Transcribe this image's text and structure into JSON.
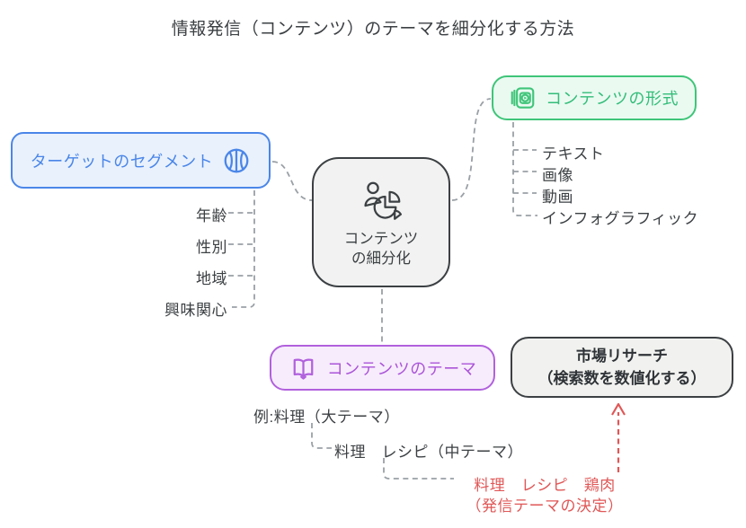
{
  "title": "情報発信（コンテンツ）のテーマを細分化する方法",
  "nodes": {
    "target_segment": {
      "label": "ターゲットのセグメント",
      "icon": "basketball-icon",
      "items": [
        "年齢",
        "性別",
        "地域",
        "興味関心"
      ]
    },
    "center": {
      "label_line1": "コンテンツ",
      "label_line2": "の細分化",
      "icon": "audience-pie-icon"
    },
    "content_format": {
      "label": "コンテンツの形式",
      "icon": "video-album-icon",
      "items": [
        "テキスト",
        "画像",
        "動画",
        "インフォグラフィック"
      ]
    },
    "content_theme": {
      "label": "コンテンツのテーマ",
      "icon": "open-book-icon"
    },
    "market_research": {
      "label_line1": "市場リサーチ",
      "label_line2": "（検索数を数値化する）"
    }
  },
  "examples": {
    "large": "例:料理（大テーマ）",
    "middle": "料理　レシピ（中テーマ）",
    "final_line1": "料理　レシピ　鶏肉",
    "final_line2": "（発信テーマの決定）"
  },
  "colors": {
    "blue": "#4a86e8",
    "green": "#3fc579",
    "purple": "#b161dd",
    "dark": "#3c4043",
    "red": "#e05757",
    "connector_gray": "#9aa0a6"
  }
}
